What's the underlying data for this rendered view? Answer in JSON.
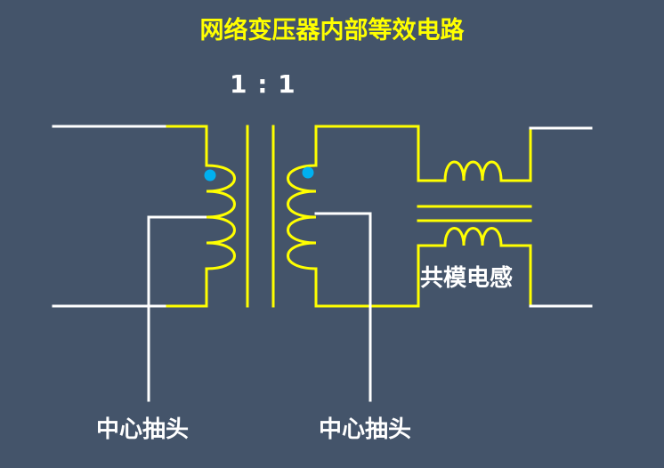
{
  "title": "网络变压器内部等效电路",
  "ratio": "1 : 1",
  "labels": {
    "center_tap_left": "中心抽头",
    "center_tap_right": "中心抽头",
    "common_mode_choke": "共模电感"
  },
  "colors": {
    "background": "#44546a",
    "winding": "#ffff00",
    "lead_wire": "#ffffff",
    "polarity_dot": "#00b0f0",
    "title_text": "#ffff00",
    "label_text": "#ffffff"
  }
}
